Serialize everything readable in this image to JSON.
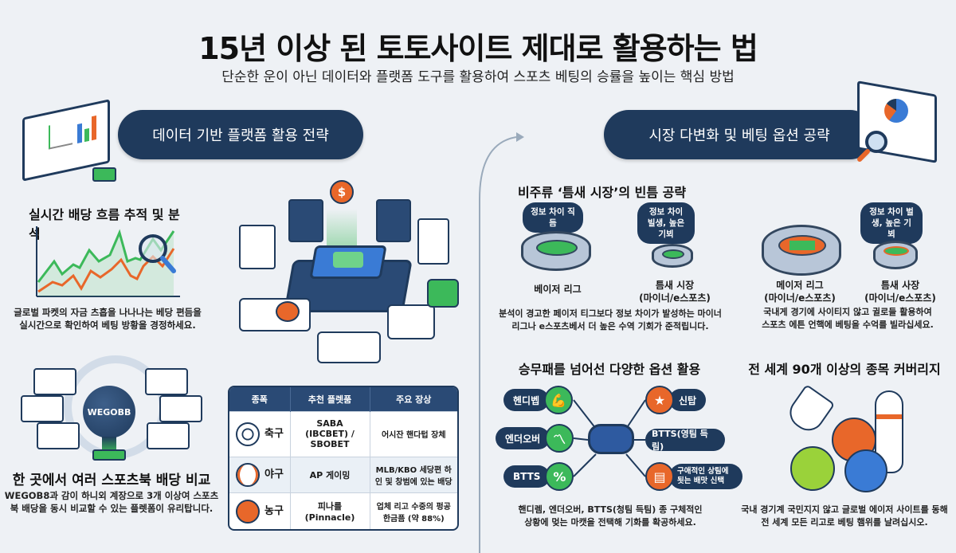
{
  "header": {
    "title": "15년 이상 된 토토사이트 제대로 활용하는 법",
    "subtitle": "단순한 운이 아닌 데이터와 플랫폼 도구를 활용하여 스포츠 베팅의 승률을 높이는 핵심 방법"
  },
  "left": {
    "banner": "데이터 기반 플랫폼 활용 전략",
    "odds_tracking": {
      "title": "실시간 배당 흐름 추적 및 분석",
      "desc_line1": "글로벌 파켓의 자금 츠흡을 나나나는 베당 편듬을",
      "desc_line2": "실시간으로 확인하여 베팅 방황을 경정하세요."
    },
    "compare": {
      "hub_label": "WEGOBB",
      "title": "한 곳에서 여러 스포츠북 배당 비교",
      "desc_line1": "WEGOB8과 감이 하니외 계장으로 3개 이상여 스포츠",
      "desc_line2": "북 배당을 동시 비교할 수 있는 플렛폼이 유리탑니다."
    },
    "table": {
      "headers": [
        "종폭",
        "추천 플렛품",
        "주요 장상"
      ],
      "rows": [
        {
          "sport": "축구",
          "icon": "soccer-ball-icon",
          "platform": "SABA (IBCBET) / SBOBET",
          "feature": "어시잔 핸다텁 장체"
        },
        {
          "sport": "야구",
          "icon": "baseball-icon",
          "platform": "AP 게이밍",
          "feature": "MLB/KBO 세당편 하인 및 창범에 있는 배당"
        },
        {
          "sport": "농구",
          "icon": "basketball-icon",
          "platform": "피나를 (Pinnacle)",
          "feature": "업체 리고 수중의 펑공 한금픔 (약 88%)"
        }
      ]
    }
  },
  "right": {
    "banner": "시장 다변화 및 베팅 옵션 공략",
    "niche": {
      "title": "비주류 ‘틈새 시장’의 빈틈 공략",
      "bubble1": "정보 차이 직듬",
      "bubble2": "정보 차이 빌생, 높은 기뵈",
      "label_major": "베이저 리그",
      "label_niche_1": "틈새 시장",
      "label_niche_2": "(마이너/e스포츠)",
      "desc_line1": "분석이 경고한 페이저 티그보다 정보 차이가 발성하는 마이너",
      "desc_line2": "리그나 e스포츠베서 더 높은 수역 기회가 준적립니다."
    },
    "niche2": {
      "bubble": "정보 차이 벌생, 높은 기뵈",
      "label_major_1": "메이저 리그",
      "label_major_2": "(마이너/e스포츠)",
      "label_niche_1": "틈새 사장",
      "label_niche_2": "(마이너/e스포츠)",
      "desc_line1": "국내게 경기에 사이티지 않고 귈로들 활용하여",
      "desc_line2": "스포츠 에튼 언핵에 베팅을 수억를 빌라십세요."
    },
    "options": {
      "title": "승무패를 넘어선 다양한 옵션 활용",
      "left_items": [
        "헨디벱",
        "엔더오버",
        "BTTS"
      ],
      "right_items": [
        "신탑",
        "BTTS(영팀 득림)",
        "구애적인 상팀에 됫는 배맛 신택"
      ],
      "desc_line1": "핸디렘, 엔더오버, BTTS(청팀 득팀) 종 구체적인",
      "desc_line2": "상황에 멎는 마캣을 전택해 기화를 확공하세요."
    },
    "coverage": {
      "title": "전 세계 90개 이상의 종목 커버리지",
      "desc_line1": "국내 경기계 국민지지 않고 글로벌 에이저 사이트를 동해",
      "desc_line2": "전 세계 모든 리고로 베팅 햄위를 날려십시오."
    }
  },
  "colors": {
    "navy": "#1f3a5c",
    "green": "#3cb95a",
    "orange": "#e8672a",
    "blue": "#3a7bd5"
  }
}
